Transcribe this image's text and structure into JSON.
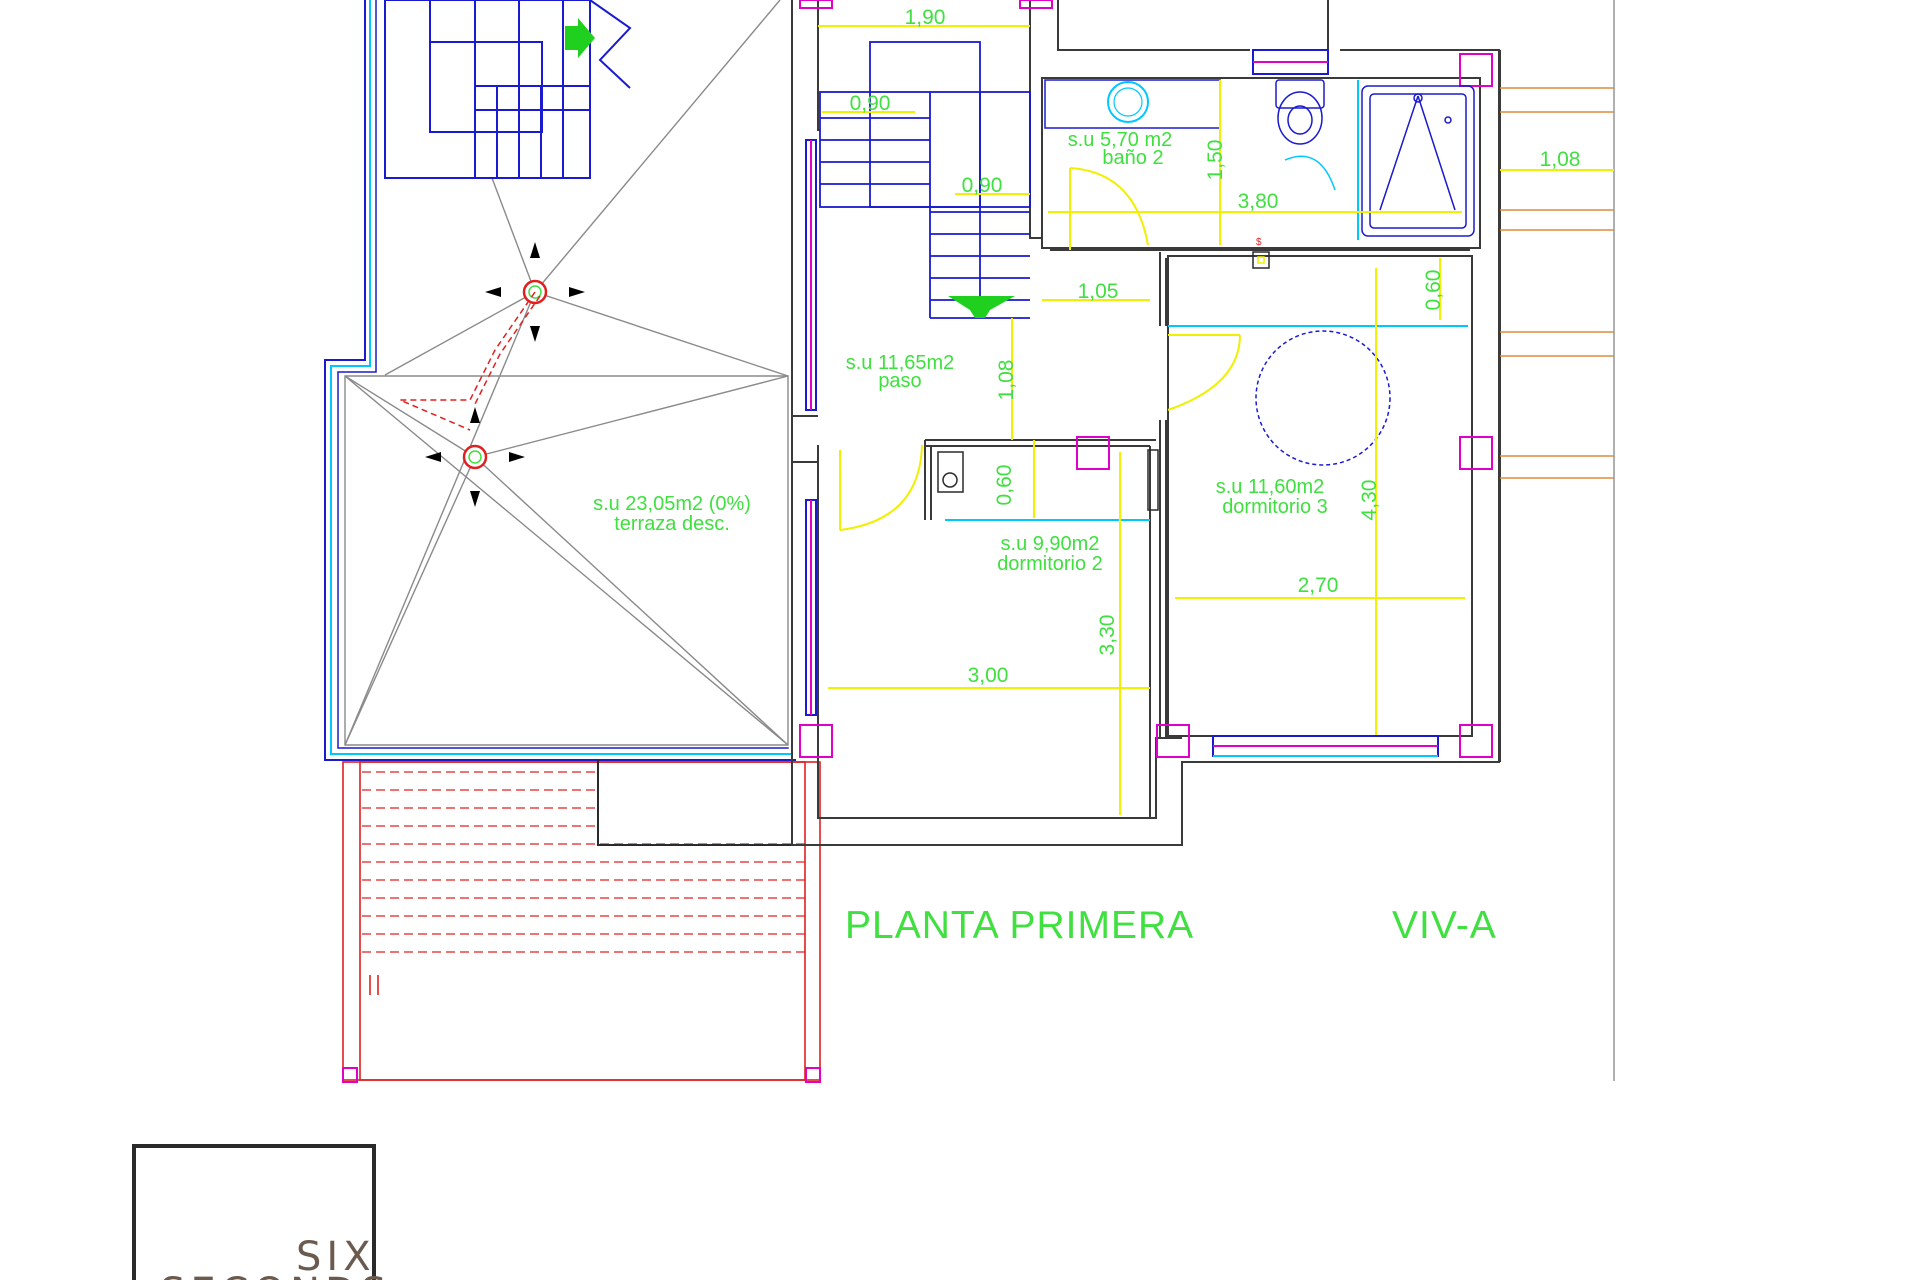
{
  "plan": {
    "title": "PLANTA PRIMERA",
    "unit_label": "VIV-A",
    "rooms": [
      {
        "area": "s.u 23,05m2 (0%)",
        "name": "terraza desc."
      },
      {
        "area": "s.u 11,65m2",
        "name": "paso"
      },
      {
        "area": "s.u 5,70 m2",
        "name": "baño 2"
      },
      {
        "area": "s.u 9,90m2",
        "name": "dormitorio 2"
      },
      {
        "area": "s.u 11,60m2",
        "name": "dormitorio 3"
      }
    ],
    "dimensions": [
      "1,90",
      "0,90",
      "0,90",
      "1,05",
      "1,08",
      "1,50",
      "3,80",
      "0,60",
      "1,08",
      "0,60",
      "4,30",
      "2,70",
      "3,00",
      "3,30"
    ]
  },
  "logo": {
    "line1": "SIX",
    "line2": "SECONDS"
  },
  "colors": {
    "walls": "#3a3a3a",
    "labels": "#3fe03f",
    "dimensions": "#f0f000",
    "fixtures": "#1a1ad0",
    "terrace_outline": "#00c8ff",
    "columns": "#e000c8",
    "external_stair": "#e02020",
    "logo": "#6b5b4f"
  }
}
